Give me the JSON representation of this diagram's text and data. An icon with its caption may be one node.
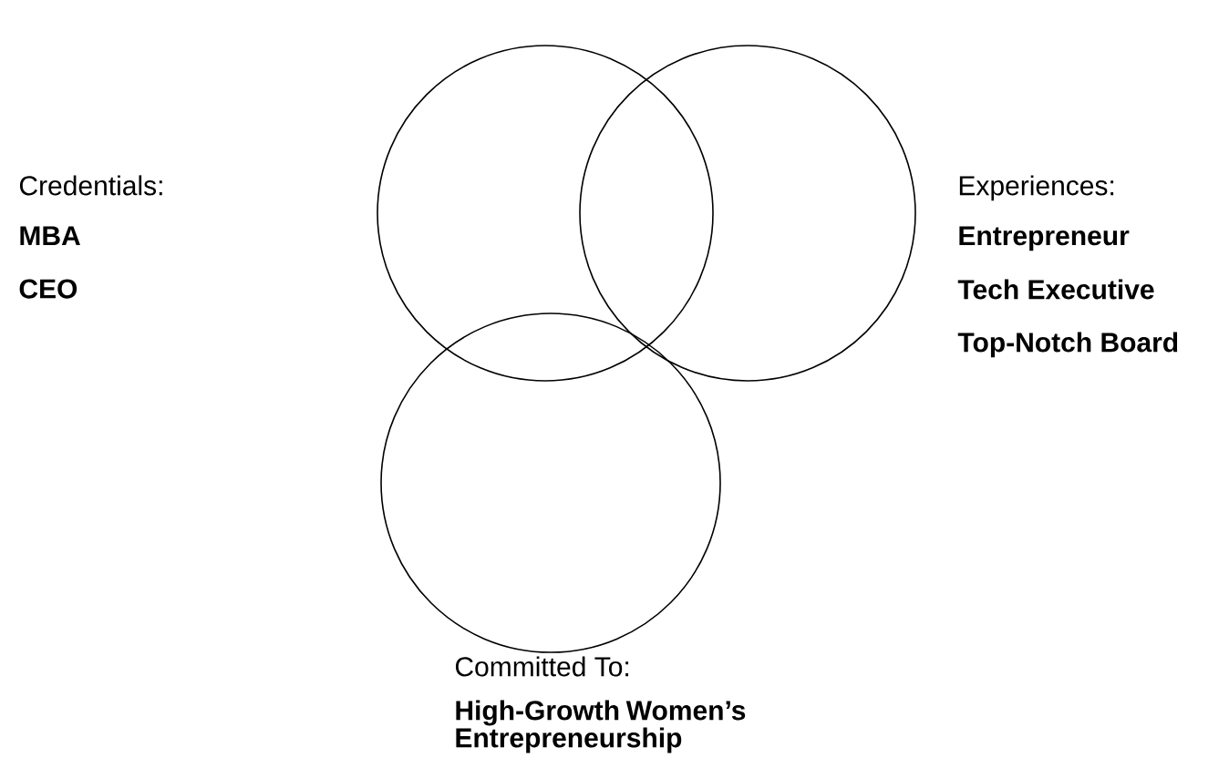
{
  "diagram": {
    "nodes": [
      {
        "text": [],
        "shape": "circle"
      },
      {
        "text": [],
        "shape": "circle"
      },
      {
        "text": [],
        "shape": "circle"
      }
    ],
    "labels": [
      "Credentials:",
      "MBA",
      "CEO",
      "Experiences:",
      "Entrepreneur",
      "Tech Executive",
      "Top-Notch Board",
      "Committed To:",
      "High-Growth Women’s Entrepreneurship"
    ]
  }
}
